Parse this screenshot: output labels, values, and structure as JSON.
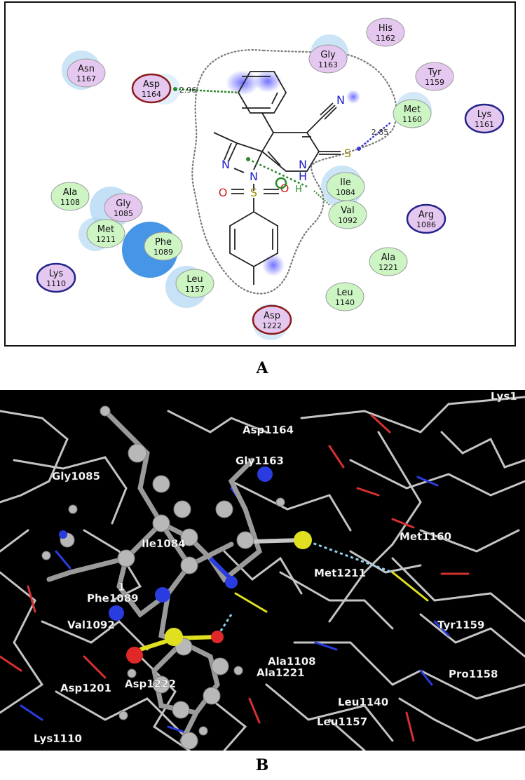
{
  "panel_a": {
    "caption": "A",
    "residues": [
      {
        "name": "His",
        "num": "1162",
        "kind": "polar"
      },
      {
        "name": "Gly",
        "num": "1163",
        "kind": "polar"
      },
      {
        "name": "Asn",
        "num": "1167",
        "kind": "polar"
      },
      {
        "name": "Asp",
        "num": "1164",
        "kind": "acidic"
      },
      {
        "name": "Tyr",
        "num": "1159",
        "kind": "polar"
      },
      {
        "name": "Met",
        "num": "1160",
        "kind": "hydrophobic"
      },
      {
        "name": "Lys",
        "num": "1161",
        "kind": "basic"
      },
      {
        "name": "Ile",
        "num": "1084",
        "kind": "hydrophobic"
      },
      {
        "name": "Ala",
        "num": "1108",
        "kind": "hydrophobic"
      },
      {
        "name": "Gly",
        "num": "1085",
        "kind": "polar"
      },
      {
        "name": "Val",
        "num": "1092",
        "kind": "hydrophobic"
      },
      {
        "name": "Arg",
        "num": "1086",
        "kind": "basic"
      },
      {
        "name": "Met",
        "num": "1211",
        "kind": "hydrophobic"
      },
      {
        "name": "Phe",
        "num": "1089",
        "kind": "hydrophobic"
      },
      {
        "name": "Ala",
        "num": "1221",
        "kind": "hydrophobic"
      },
      {
        "name": "Lys",
        "num": "1110",
        "kind": "basic"
      },
      {
        "name": "Leu",
        "num": "1157",
        "kind": "hydrophobic"
      },
      {
        "name": "Leu",
        "num": "1140",
        "kind": "hydrophobic"
      },
      {
        "name": "Asp",
        "num": "1222",
        "kind": "acidic"
      }
    ],
    "distances": {
      "asp1164": "2.96",
      "met1160": "2.85"
    },
    "atoms": {
      "n1": "N",
      "n2": "N",
      "nh": "N",
      "h": "H",
      "s_thione": "S",
      "s_sulfonyl": "S",
      "o1": "O",
      "o2": "O",
      "cn_n": "N",
      "h2": "H"
    }
  },
  "panel_b": {
    "caption": "B",
    "labels": [
      "Lys1",
      "Asp1164",
      "Gly1163",
      "Gly1085",
      "Ile1084",
      "Met1160",
      "Met1211",
      "1",
      "Phe1089",
      "Val1092",
      "Tyr1159",
      "Ala1108",
      "Ala1221",
      "Asp1201",
      "Asp1222",
      "Pro1158",
      "Leu1140",
      "Leu1157",
      "Lys1110"
    ]
  },
  "colors": {
    "polar": "#e5c8ef",
    "hydrophobic": "#cdf5c4",
    "acidic_ring": "#8b1a1a",
    "basic_ring": "#23238a",
    "hbond_green": "#2a8a2a",
    "hbond_blue": "#3a3ad0",
    "halo": "#a9d3f2",
    "panel_b_bg": "#000000"
  }
}
